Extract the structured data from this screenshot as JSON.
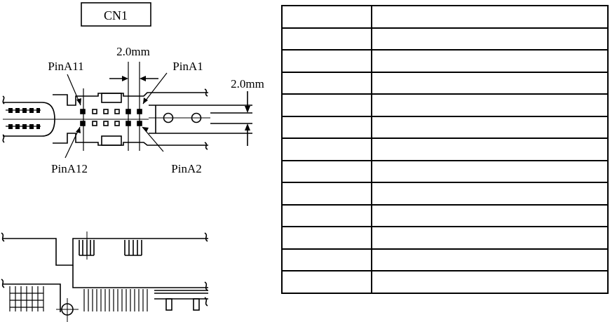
{
  "connector_label": "CN1",
  "dimensions": {
    "pin_spacing": "2.0mm",
    "row_spacing": "2.0mm"
  },
  "pin_labels": {
    "top_left": "PinA11",
    "top_right": "PinA1",
    "bottom_left": "PinA12",
    "bottom_right": "PinA2"
  },
  "pin_table": {
    "rows": [
      [
        "",
        ""
      ],
      [
        "",
        ""
      ],
      [
        "",
        ""
      ],
      [
        "",
        ""
      ],
      [
        "",
        ""
      ],
      [
        "",
        ""
      ],
      [
        "",
        ""
      ],
      [
        "",
        ""
      ],
      [
        "",
        ""
      ],
      [
        "",
        ""
      ],
      [
        "",
        ""
      ],
      [
        "",
        ""
      ],
      [
        "",
        ""
      ]
    ]
  }
}
